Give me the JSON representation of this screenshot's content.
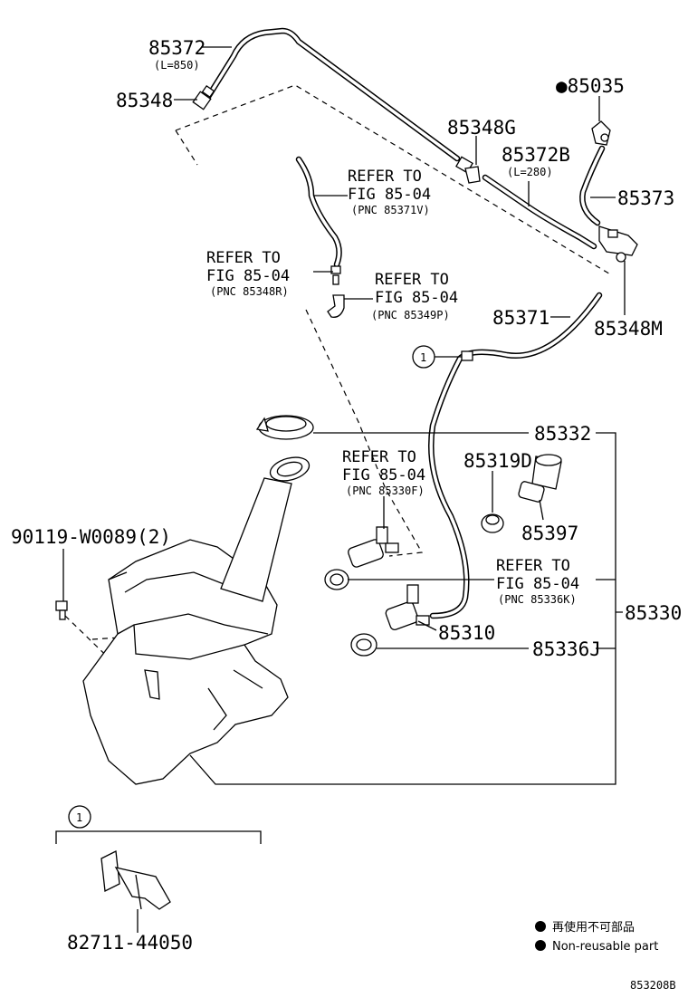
{
  "labels": {
    "p85372": "85372",
    "p85372_len": "(L=850)",
    "p85348": "85348",
    "p85035": "●85035",
    "p85348g": "85348G",
    "p85372b": "85372B",
    "p85372b_len": "(L=280)",
    "p85373": "85373",
    "p85348m": "85348M",
    "p85371": "85371",
    "p85332": "85332",
    "p85319d": "85319D",
    "p85397": "85397",
    "p85330": "85330",
    "p85310": "85310",
    "p85336j": "85336J",
    "p90119": "90119-W0089(2)",
    "p82711": "82711-44050",
    "circle_one_a": "1",
    "circle_one_b": "1"
  },
  "refers": {
    "r1": {
      "l1": "REFER TO",
      "l2": "FIG 85-04",
      "l3": "(PNC 85371V)"
    },
    "r2": {
      "l1": "REFER TO",
      "l2": "FIG 85-04",
      "l3": "(PNC 85348R)"
    },
    "r3": {
      "l1": "REFER TO",
      "l2": "FIG 85-04",
      "l3": "(PNC 85349P)"
    },
    "r4": {
      "l1": "REFER TO",
      "l2": "FIG 85-04",
      "l3": "(PNC 85330F)"
    },
    "r5": {
      "l1": "REFER TO",
      "l2": "FIG 85-04",
      "l3": "(PNC 85336K)"
    }
  },
  "legend": {
    "bullet": "●",
    "item1": "再使用不可部品",
    "item2": "Non-reusable part"
  },
  "figure_id": "853208B"
}
